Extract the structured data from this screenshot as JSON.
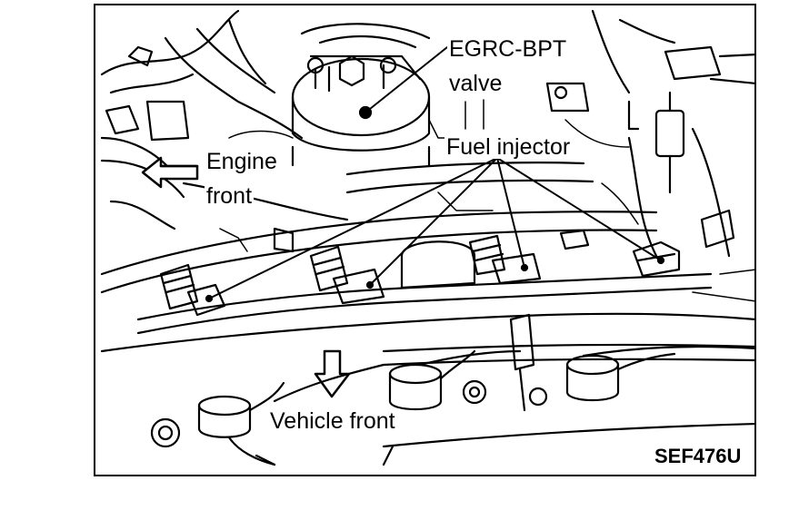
{
  "figure": {
    "code": "SEF476U",
    "labels": {
      "egrc_line1": "EGRC-BPT",
      "egrc_line2": "valve",
      "fuel_injector": "Fuel injector",
      "engine_line1": "Engine",
      "engine_line2": "front",
      "vehicle_front": "Vehicle front"
    },
    "ink_color": "#000000",
    "background_color": "#ffffff"
  }
}
